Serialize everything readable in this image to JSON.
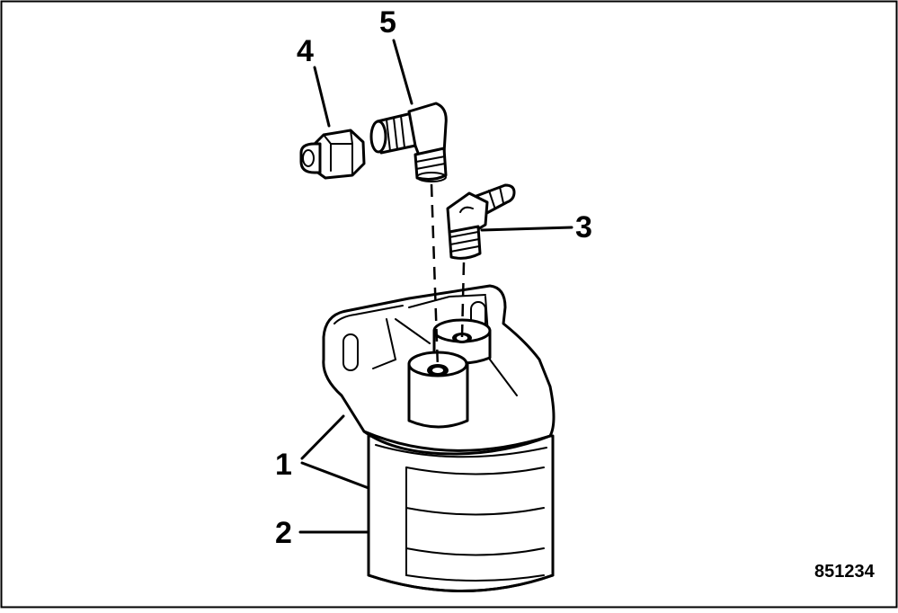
{
  "callouts": {
    "c1": "1",
    "c2": "2",
    "c3": "3",
    "c4": "4",
    "c5": "5"
  },
  "figure_number": "851234",
  "colors": {
    "line": "#000000",
    "background": "#ffffff"
  }
}
